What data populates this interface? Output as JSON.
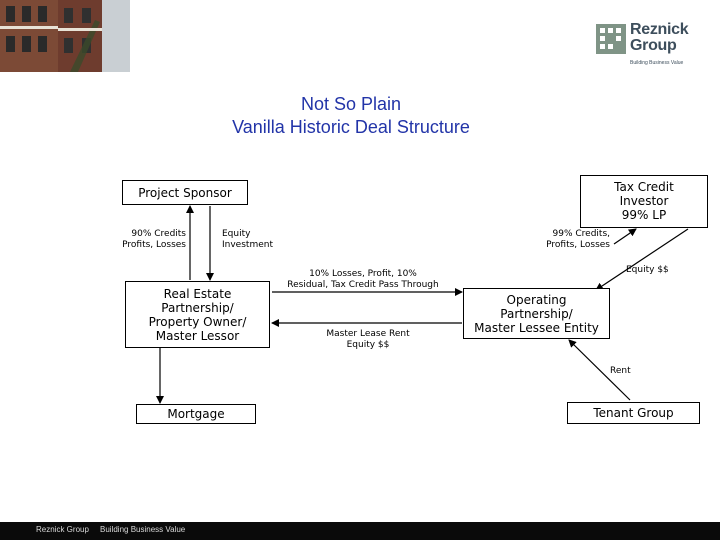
{
  "logo": {
    "name_line1": "Reznick",
    "name_line2": "Group",
    "tagline": "Building Business Value"
  },
  "title": {
    "line1": "Not So Plain",
    "line2": "Vanilla Historic Deal Structure"
  },
  "boxes": {
    "project_sponsor": "Project Sponsor",
    "tax_credit_investor": [
      "Tax Credit",
      "Investor",
      "99% LP"
    ],
    "real_estate_partnership": [
      "Real Estate",
      "Partnership/",
      "Property Owner/",
      "Master Lessor"
    ],
    "operating_partnership": [
      "Operating",
      "Partnership/",
      "Master Lessee Entity"
    ],
    "mortgage": "Mortgage",
    "tenant_group": "Tenant Group"
  },
  "labels": {
    "sponsor_credits": [
      "90% Credits",
      "Profits, Losses"
    ],
    "equity_investment": [
      "Equity",
      "Investment"
    ],
    "investor_credits": [
      "99% Credits,",
      "Profits, Losses"
    ],
    "equity_dollars": "Equity $$",
    "pass_through": [
      "10% Losses, Profit, 10%",
      "Residual, Tax Credit Pass Through"
    ],
    "master_lease_rent": [
      "Master Lease Rent",
      "Equity $$"
    ],
    "rent": "Rent"
  },
  "footer": {
    "company": "Reznick Group",
    "tagline": "Building Business Value"
  }
}
